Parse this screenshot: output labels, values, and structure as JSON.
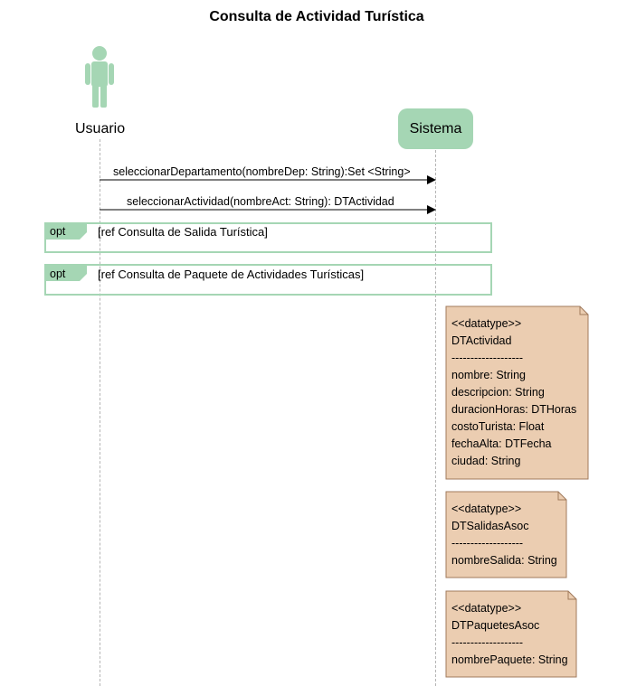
{
  "title": "Consulta de Actividad Turística",
  "participants": {
    "actor": "Usuario",
    "system": "Sistema"
  },
  "messages": [
    "seleccionarDepartamento(nombreDep: String):Set <String>",
    "seleccionarActividad(nombreAct: String): DTActividad"
  ],
  "fragments": [
    {
      "operator": "opt",
      "text": "[ref Consulta de Salida Turística]"
    },
    {
      "operator": "opt",
      "text": "[ref Consulta de Paquete de Actividades Turísticas]"
    }
  ],
  "notes": [
    {
      "lines": [
        "<<datatype>>",
        "DTActividad",
        "-------------------",
        "nombre: String",
        "descripcion: String",
        "duracionHoras: DTHoras",
        "costoTurista: Float",
        "fechaAlta: DTFecha",
        "ciudad: String"
      ]
    },
    {
      "lines": [
        "<<datatype>>",
        "DTSalidasAsoc",
        "-------------------",
        "nombreSalida: String"
      ]
    },
    {
      "lines": [
        "<<datatype>>",
        "DTPaquetesAsoc",
        "-------------------",
        "nombrePaquete: String"
      ]
    }
  ],
  "colors": {
    "participant_fill": "#a5d6b4",
    "note_fill": "#ebcdb1",
    "note_border": "#a07a5c",
    "lifeline": "#b5b5b5"
  }
}
